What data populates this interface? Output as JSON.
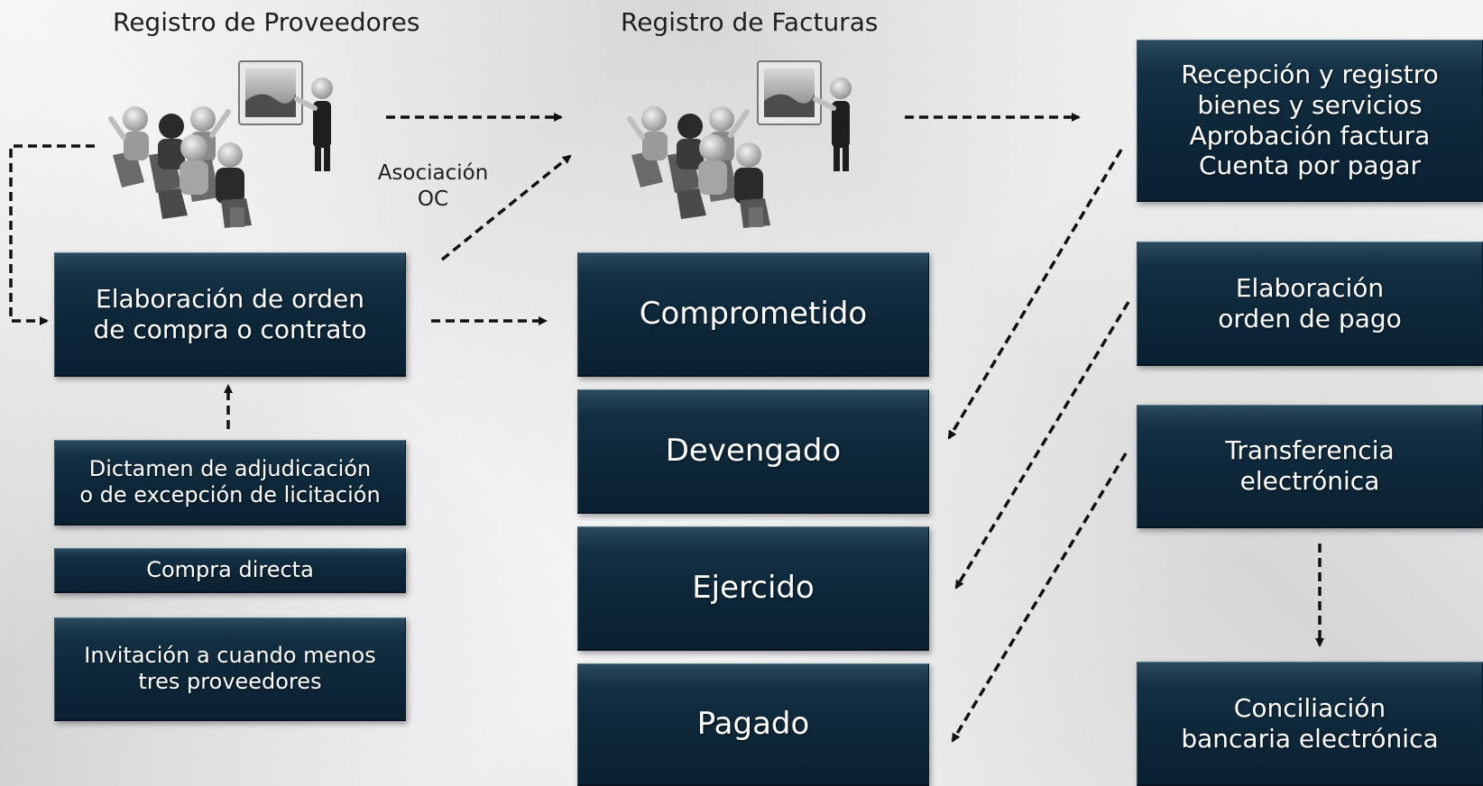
{
  "headings": {
    "proveedores": "Registro de Proveedores",
    "facturas": "Registro de Facturas"
  },
  "asociacion_label": "Asociación\nOC",
  "left_boxes": {
    "orden": "Elaboración de orden\nde compra o contrato",
    "dictamen": "Dictamen de adjudicación\no de excepción de licitación",
    "compra_directa": "Compra directa",
    "invitacion": "Invitación a cuando menos\ntres proveedores"
  },
  "middle_boxes": {
    "comprometido": "Comprometido",
    "devengado": "Devengado",
    "ejercido": "Ejercido",
    "pagado": "Pagado"
  },
  "right_boxes": {
    "recepcion": "Recepción y registro\nbienes y servicios\nAprobación factura\nCuenta por pagar",
    "orden_pago": "Elaboración\norden de pago",
    "transferencia": "Transferencia\nelectrónica",
    "conciliacion": "Conciliación\nbancaria electrónica"
  },
  "icons": {
    "meeting_left": "presentation-meeting-icon",
    "meeting_right": "presentation-meeting-icon"
  },
  "colors": {
    "box": "#0d2638",
    "box_text": "#ffffff",
    "arrow": "#111111"
  }
}
